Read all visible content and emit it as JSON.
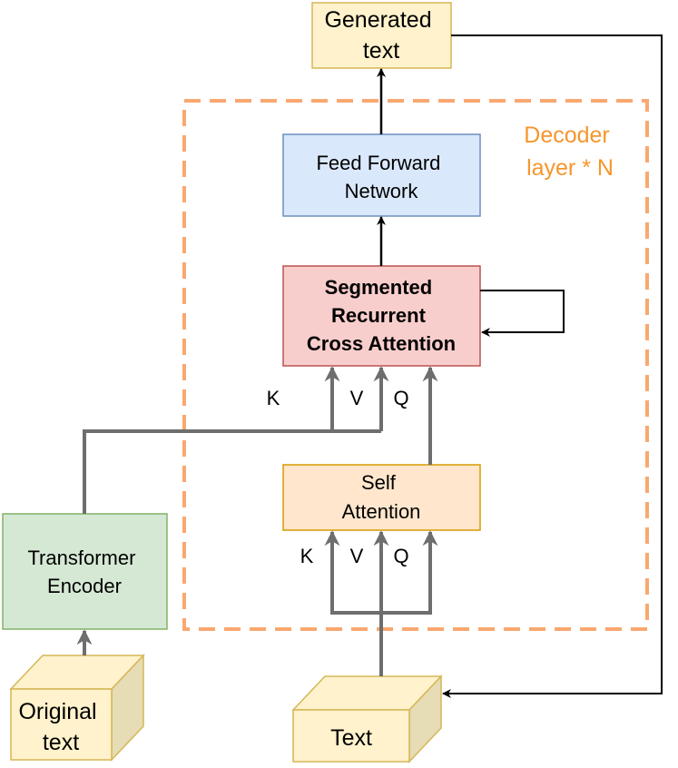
{
  "diagram": {
    "generated_text": [
      "Generated",
      "text"
    ],
    "decoder_label": [
      "Decoder",
      "layer * N"
    ],
    "ffn": [
      "Feed Forward",
      "Network"
    ],
    "srca": [
      "Segmented",
      "Recurrent",
      "Cross Attention"
    ],
    "self_attention": [
      "Self",
      "Attention"
    ],
    "encoder": [
      "Transformer",
      "Encoder"
    ],
    "original_text": [
      "Original",
      "text"
    ],
    "text_input": "Text",
    "cross_labels": {
      "k": "K",
      "v": "V",
      "q": "Q"
    },
    "self_labels": {
      "k": "K",
      "v": "V",
      "q": "Q"
    },
    "colors": {
      "orange_dash": "#f9a870",
      "orange_text": "#f5962c",
      "yellow_fill": "#fff2cc",
      "yellow_stroke": "#d6b656",
      "cube_side": "#e6dcb5",
      "blue_fill": "#dae8fc",
      "blue_stroke": "#6c8ebf",
      "red_fill": "#f8cecc",
      "red_stroke": "#b85450",
      "peach_fill": "#ffe6cc",
      "peach_stroke": "#d79b00",
      "green_fill": "#d5e8d4",
      "green_stroke": "#82b366",
      "gray_arrow": "#6e6e6e"
    }
  }
}
